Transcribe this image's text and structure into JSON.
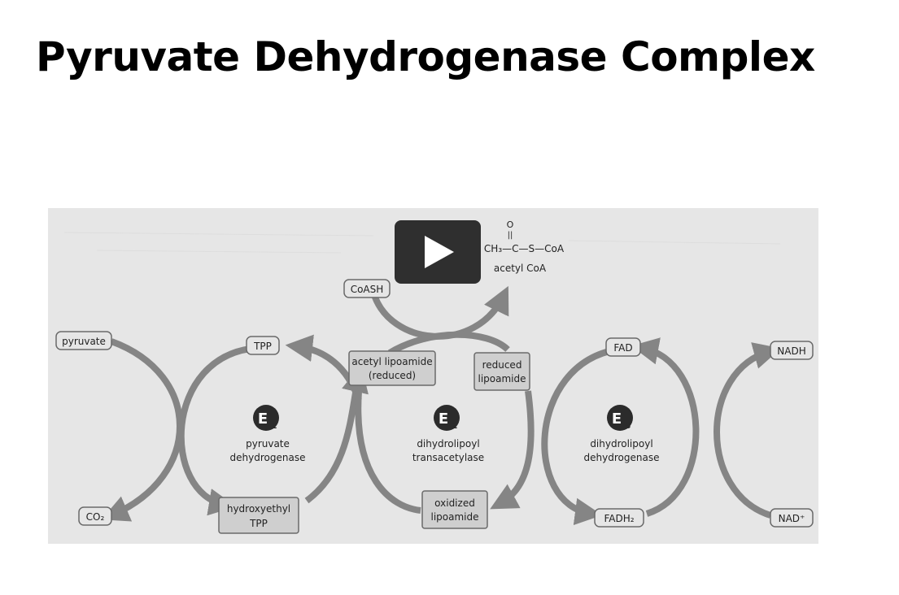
{
  "slide": {
    "title": "Pyruvate Dehydrogenase Complex"
  },
  "diagram": {
    "substrates": {
      "pyruvate": "pyruvate",
      "co2": "CO₂",
      "coash": "CoASH",
      "acetyl_coa_formula_o": "O",
      "acetyl_coa_formula_bond": "||",
      "acetyl_coa_formula": "CH₃—C—S—CoA",
      "acetyl_coa": "acetyl CoA",
      "nadh": "NADH",
      "nad": "NAD⁺"
    },
    "cofactors": {
      "tpp": "TPP",
      "hydroxyethyl_tpp_line1": "hydroxyethyl",
      "hydroxyethyl_tpp_line2": "TPP",
      "acetyl_lipoamide_line1": "acetyl lipoamide",
      "acetyl_lipoamide_line2": "(reduced)",
      "reduced_lipoamide_line1": "reduced",
      "reduced_lipoamide_line2": "lipoamide",
      "oxidized_lipoamide_line1": "oxidized",
      "oxidized_lipoamide_line2": "lipoamide",
      "fad": "FAD",
      "fadh2": "FADH₂"
    },
    "enzymes": {
      "e1_badge": "E",
      "e1_sub": "1",
      "e1_line1": "pyruvate",
      "e1_line2": "dehydrogenase",
      "e2_badge": "E",
      "e2_sub": "2",
      "e2_line1": "dihydrolipoyl",
      "e2_line2": "transacetylase",
      "e3_badge": "E",
      "e3_sub": "3",
      "e3_line1": "dihydrolipoyl",
      "e3_line2": "dehydrogenase"
    },
    "colors": {
      "arrow": "#858585",
      "box_fill": "#cfcfcf",
      "box_stroke": "#6a6a6a",
      "badge": "#2b2b2b"
    }
  },
  "video": {
    "icon": "play-icon"
  }
}
